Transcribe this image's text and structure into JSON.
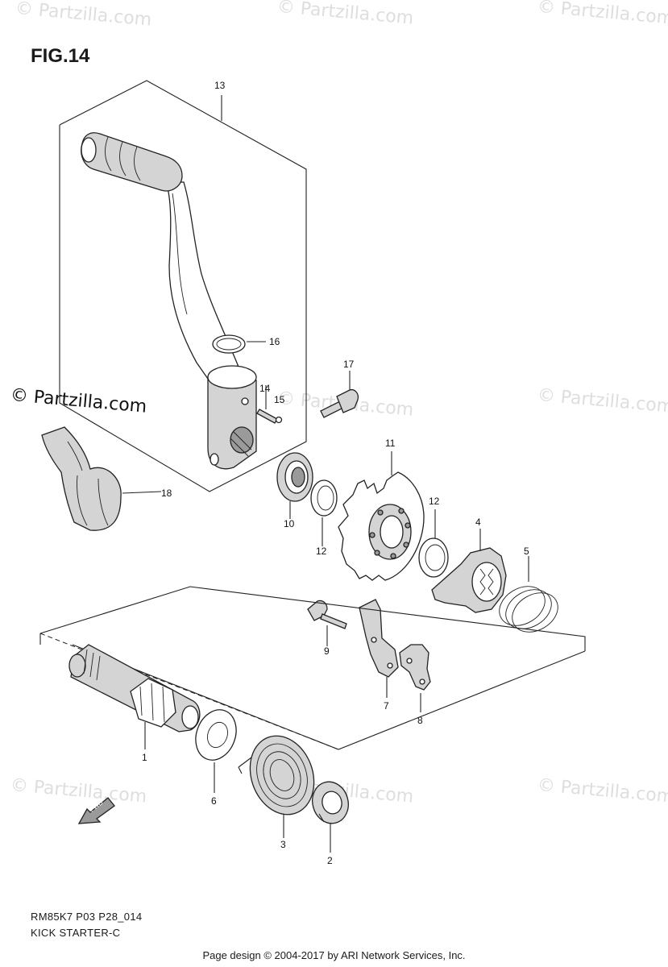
{
  "figure": {
    "title": "FIG.14",
    "model_code": "RM85K7 P03 P28_014",
    "section_name": "KICK STARTER-C",
    "footer": "Page design © 2004-2017 by ARI Network Services, Inc.",
    "fwd_label": "FWD"
  },
  "watermarks": [
    "© Partzilla.com",
    "© Partzilla.com",
    "© Partzilla.com",
    "© Partzilla.com",
    "© Partzilla.com",
    "© Partzilla.com",
    "© Partzilla.com",
    "© Partzilla.com",
    "© Partzilla.com"
  ],
  "callouts": [
    "13",
    "16",
    "17",
    "14",
    "15",
    "18",
    "11",
    "10",
    "12",
    "12",
    "4",
    "5",
    "9",
    "7",
    "8",
    "1",
    "6",
    "3",
    "2"
  ],
  "colors": {
    "ink": "#1a1a1a",
    "watermark": "#dedede",
    "part_fill": "#d4d4d4"
  }
}
